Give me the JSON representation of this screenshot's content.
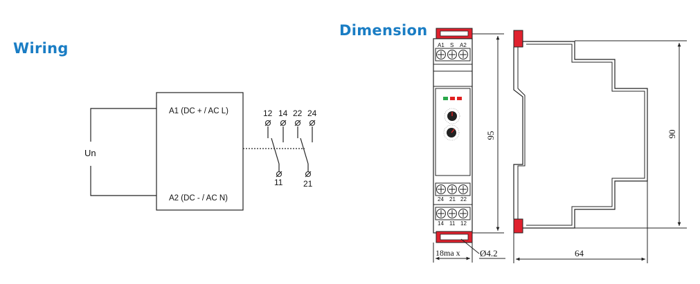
{
  "headings": {
    "wiring": "Wiring",
    "dimension": "Dimension"
  },
  "wiring": {
    "supply_label": "Un",
    "terminal_a1": "A1 (DC + / AC L)",
    "terminal_a2": "A2 (DC - / AC N)",
    "contact_top_labels": [
      "12",
      "14",
      "22",
      "24"
    ],
    "contact_bottom_labels": [
      "11",
      "21"
    ]
  },
  "front_view": {
    "top_terminals": [
      "A1",
      "S",
      "A2"
    ],
    "middle_terminals": [
      "24",
      "21",
      "22"
    ],
    "bottom_terminals": [
      "14",
      "11",
      "12"
    ],
    "height_dim": "95",
    "width_dim": "18ma x",
    "hole_dim": "Ø4.2",
    "led_colors": [
      "#2aa84a",
      "#e02020",
      "#e02020"
    ]
  },
  "side_view": {
    "height_dim": "90",
    "depth_dim": "64"
  },
  "colors": {
    "heading": "#1a7dc4",
    "clip_red": "#e0212e",
    "line": "#222222"
  }
}
